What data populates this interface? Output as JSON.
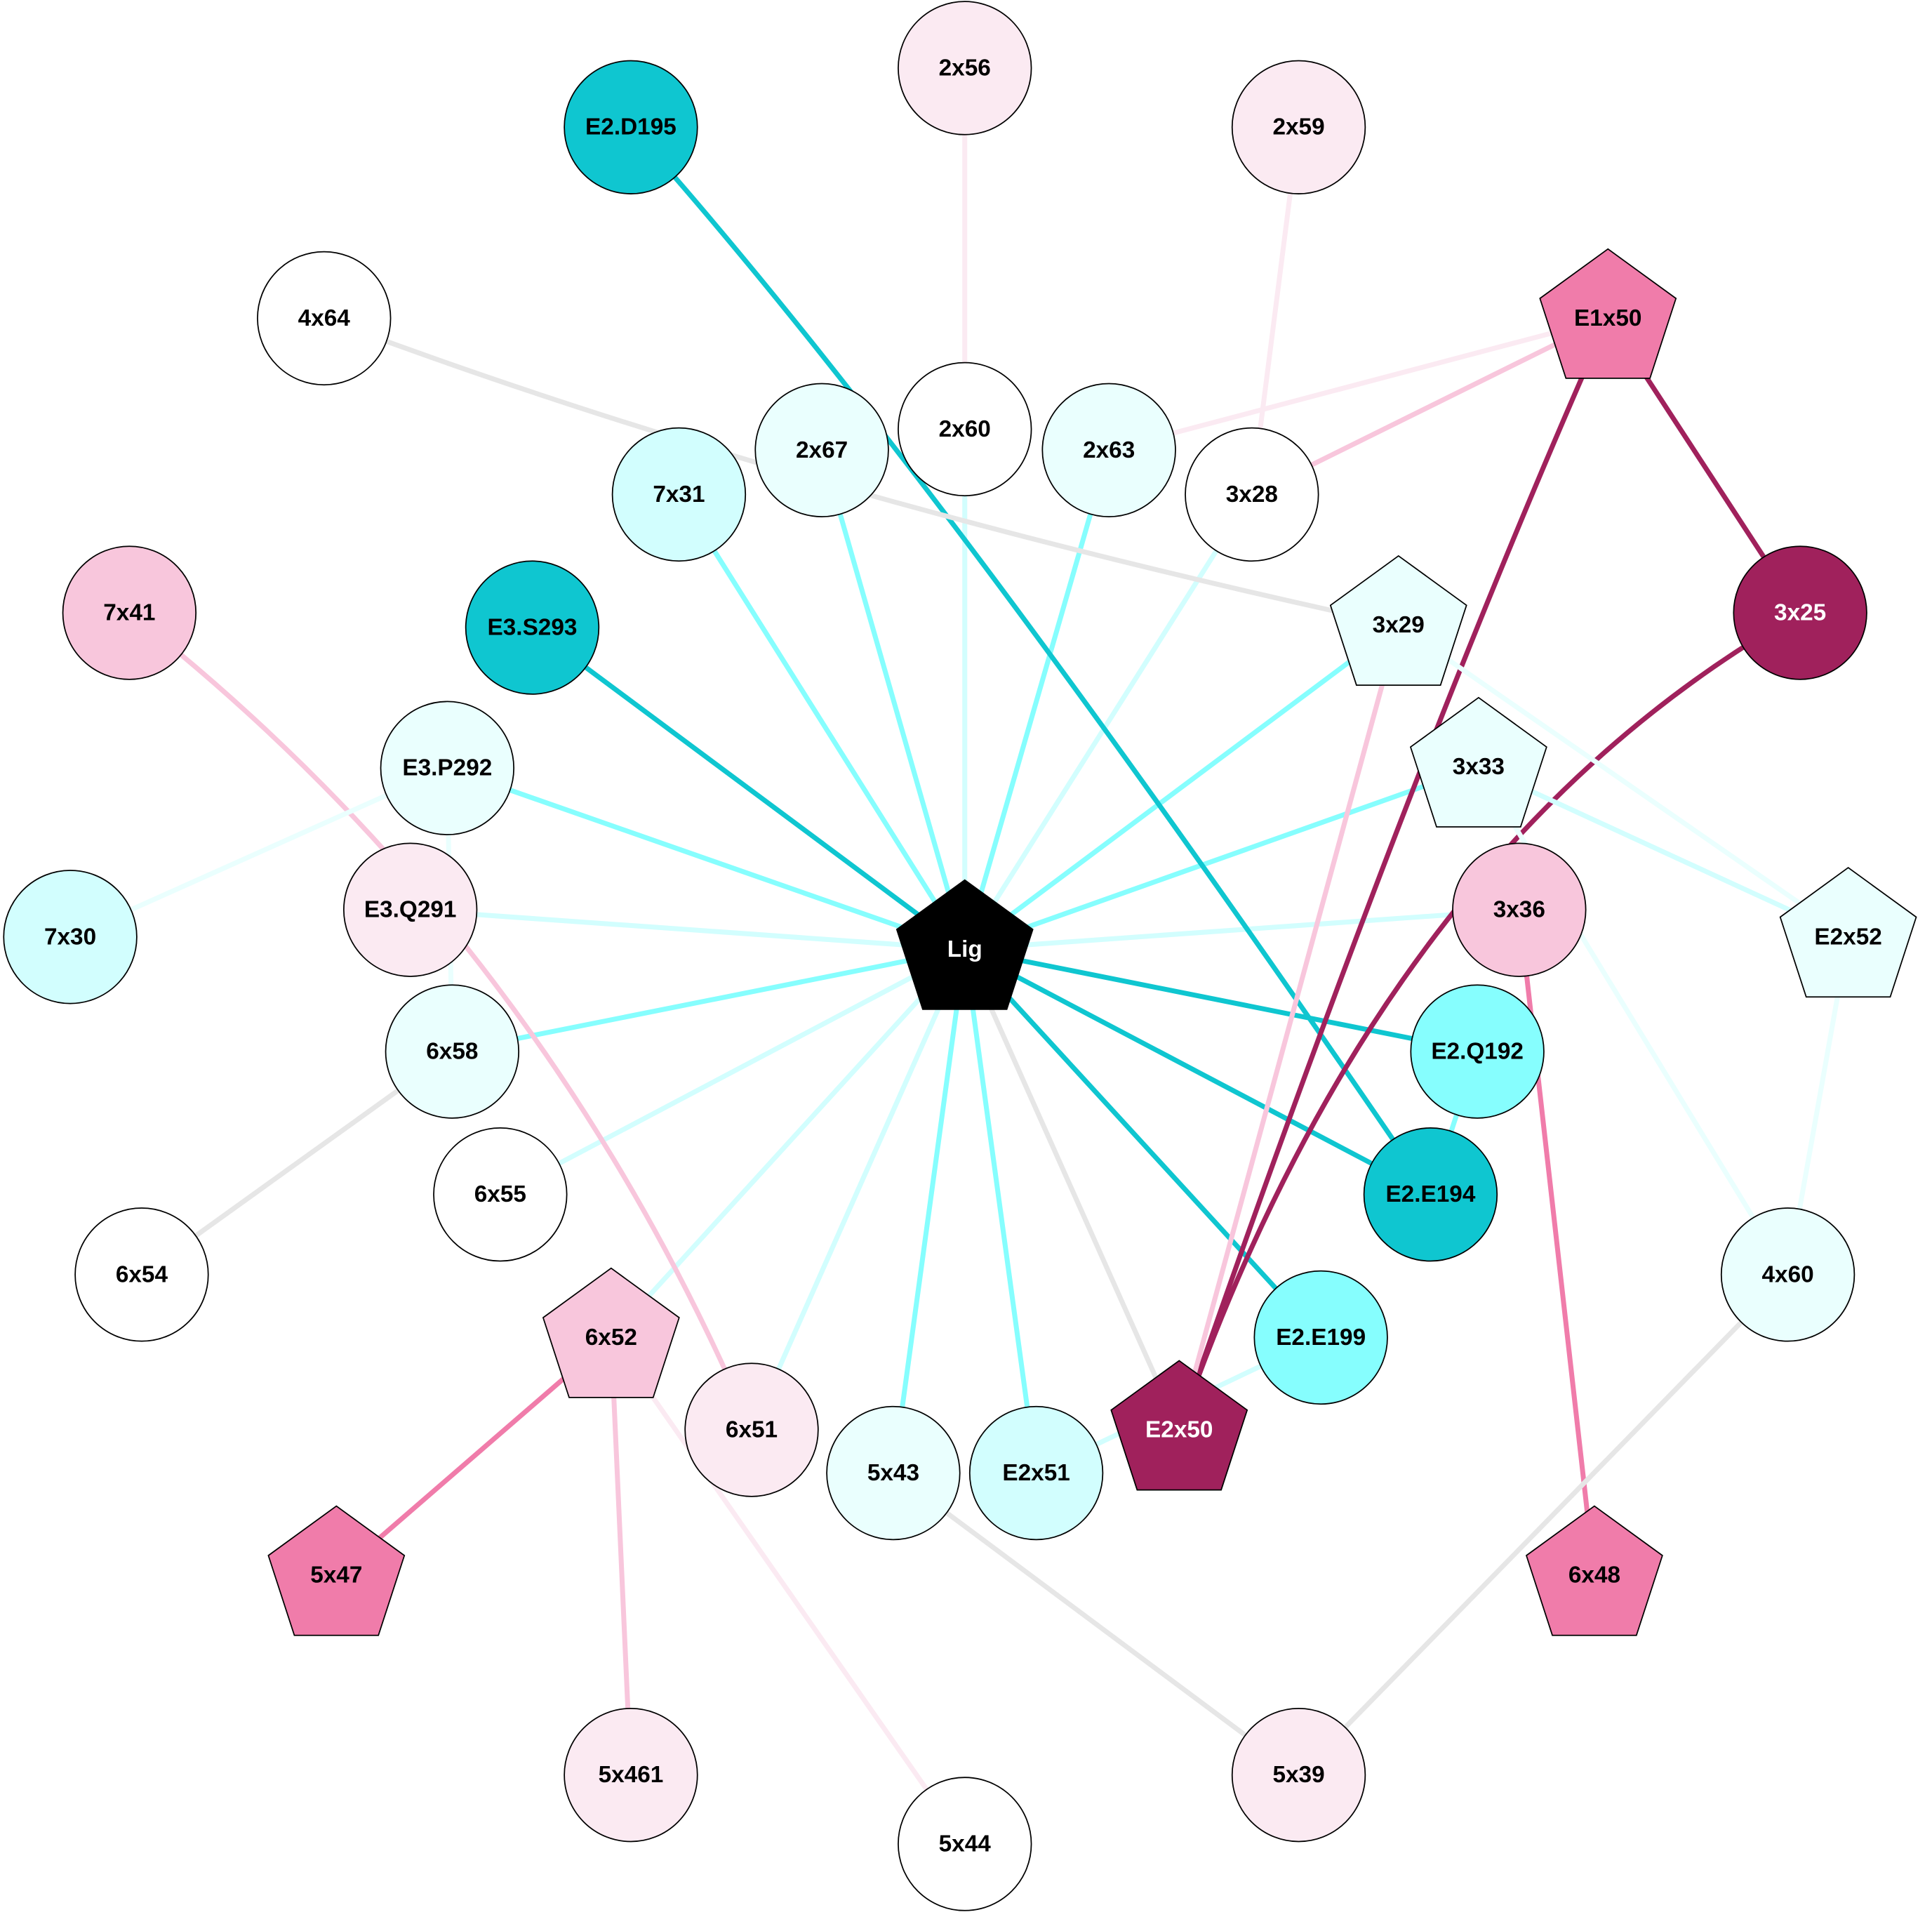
{
  "colors": {
    "dark_cyan": "#0fc6d0",
    "cyan": "#86fefe",
    "light_cyan": "#d2fefe",
    "pale_cyan": "#eafffe",
    "dark_magenta": "#a0215c",
    "pink": "#f07caa",
    "light_pink": "#f8c6dc",
    "pale_pink": "#fbeaf2",
    "grey": "#e6e6e6",
    "white": "#ffffff",
    "black": "#000000"
  },
  "nodes": [
    {
      "id": "Lig",
      "label": "Lig",
      "shape": "pentagon",
      "fill": "#000000",
      "text": "#ffffff"
    },
    {
      "id": "2x56",
      "label": "2x56",
      "shape": "circle",
      "fill": "#fbeaf2",
      "text": "#000000"
    },
    {
      "id": "E2.D195",
      "label": "E2.D195",
      "shape": "circle",
      "fill": "#0fc6d0",
      "text": "#000000"
    },
    {
      "id": "2x59",
      "label": "2x59",
      "shape": "circle",
      "fill": "#fbeaf2",
      "text": "#000000"
    },
    {
      "id": "4x64",
      "label": "4x64",
      "shape": "circle",
      "fill": "#ffffff",
      "text": "#000000"
    },
    {
      "id": "E1x50",
      "label": "E1x50",
      "shape": "pentagon",
      "fill": "#f07caa",
      "text": "#000000"
    },
    {
      "id": "2x60",
      "label": "2x60",
      "shape": "circle",
      "fill": "#ffffff",
      "text": "#000000"
    },
    {
      "id": "2x67",
      "label": "2x67",
      "shape": "circle",
      "fill": "#eafffe",
      "text": "#000000"
    },
    {
      "id": "2x63",
      "label": "2x63",
      "shape": "circle",
      "fill": "#eafffe",
      "text": "#000000"
    },
    {
      "id": "7x31",
      "label": "7x31",
      "shape": "circle",
      "fill": "#d2fefe",
      "text": "#000000"
    },
    {
      "id": "3x28",
      "label": "3x28",
      "shape": "circle",
      "fill": "#ffffff",
      "text": "#000000"
    },
    {
      "id": "7x41",
      "label": "7x41",
      "shape": "circle",
      "fill": "#f8c6dc",
      "text": "#000000"
    },
    {
      "id": "E3.S293",
      "label": "E3.S293",
      "shape": "circle",
      "fill": "#0fc6d0",
      "text": "#000000"
    },
    {
      "id": "3x29",
      "label": "3x29",
      "shape": "pentagon",
      "fill": "#eafffe",
      "text": "#000000"
    },
    {
      "id": "3x25",
      "label": "3x25",
      "shape": "circle",
      "fill": "#a0215c",
      "text": "#ffffff"
    },
    {
      "id": "E3.P292",
      "label": "E3.P292",
      "shape": "circle",
      "fill": "#eafffe",
      "text": "#000000"
    },
    {
      "id": "3x33",
      "label": "3x33",
      "shape": "pentagon",
      "fill": "#eafffe",
      "text": "#000000"
    },
    {
      "id": "7x30",
      "label": "7x30",
      "shape": "circle",
      "fill": "#d2fefe",
      "text": "#000000"
    },
    {
      "id": "E3.Q291",
      "label": "E3.Q291",
      "shape": "circle",
      "fill": "#fbeaf2",
      "text": "#000000"
    },
    {
      "id": "3x36",
      "label": "3x36",
      "shape": "circle",
      "fill": "#f8c6dc",
      "text": "#000000"
    },
    {
      "id": "E2x52",
      "label": "E2x52",
      "shape": "pentagon",
      "fill": "#eafffe",
      "text": "#000000"
    },
    {
      "id": "6x58",
      "label": "6x58",
      "shape": "circle",
      "fill": "#eafffe",
      "text": "#000000"
    },
    {
      "id": "E2.Q192",
      "label": "E2.Q192",
      "shape": "circle",
      "fill": "#86fefe",
      "text": "#000000"
    },
    {
      "id": "6x55",
      "label": "6x55",
      "shape": "circle",
      "fill": "#ffffff",
      "text": "#000000"
    },
    {
      "id": "E2.E194",
      "label": "E2.E194",
      "shape": "circle",
      "fill": "#0fc6d0",
      "text": "#000000"
    },
    {
      "id": "6x54",
      "label": "6x54",
      "shape": "circle",
      "fill": "#ffffff",
      "text": "#000000"
    },
    {
      "id": "4x60",
      "label": "4x60",
      "shape": "circle",
      "fill": "#eafffe",
      "text": "#000000"
    },
    {
      "id": "6x52",
      "label": "6x52",
      "shape": "pentagon",
      "fill": "#f8c6dc",
      "text": "#000000"
    },
    {
      "id": "E2.E199",
      "label": "E2.E199",
      "shape": "circle",
      "fill": "#86fefe",
      "text": "#000000"
    },
    {
      "id": "6x51",
      "label": "6x51",
      "shape": "circle",
      "fill": "#fbeaf2",
      "text": "#000000"
    },
    {
      "id": "5x43",
      "label": "5x43",
      "shape": "circle",
      "fill": "#eafffe",
      "text": "#000000"
    },
    {
      "id": "E2x51",
      "label": "E2x51",
      "shape": "circle",
      "fill": "#d2fefe",
      "text": "#000000"
    },
    {
      "id": "E2x50",
      "label": "E2x50",
      "shape": "pentagon",
      "fill": "#a0215c",
      "text": "#ffffff"
    },
    {
      "id": "5x47",
      "label": "5x47",
      "shape": "pentagon",
      "fill": "#f07caa",
      "text": "#000000"
    },
    {
      "id": "6x48",
      "label": "6x48",
      "shape": "pentagon",
      "fill": "#f07caa",
      "text": "#000000"
    },
    {
      "id": "5x461",
      "label": "5x461",
      "shape": "circle",
      "fill": "#fbeaf2",
      "text": "#000000"
    },
    {
      "id": "5x44",
      "label": "5x44",
      "shape": "circle",
      "fill": "#ffffff",
      "text": "#000000"
    },
    {
      "id": "5x39",
      "label": "5x39",
      "shape": "circle",
      "fill": "#fbeaf2",
      "text": "#000000"
    }
  ],
  "edges": [
    {
      "source": "Lig",
      "target": "7x31",
      "color": "#86fefe"
    },
    {
      "source": "Lig",
      "target": "2x67",
      "color": "#86fefe"
    },
    {
      "source": "Lig",
      "target": "2x60",
      "color": "#d2fefe"
    },
    {
      "source": "Lig",
      "target": "2x63",
      "color": "#86fefe"
    },
    {
      "source": "Lig",
      "target": "3x28",
      "color": "#d2fefe"
    },
    {
      "source": "Lig",
      "target": "3x29",
      "color": "#86fefe"
    },
    {
      "source": "Lig",
      "target": "3x33",
      "color": "#86fefe"
    },
    {
      "source": "Lig",
      "target": "3x36",
      "color": "#d2fefe"
    },
    {
      "source": "Lig",
      "target": "E2.Q192",
      "color": "#0fc6d0"
    },
    {
      "source": "Lig",
      "target": "E2.E194",
      "color": "#0fc6d0"
    },
    {
      "source": "Lig",
      "target": "E2.E199",
      "color": "#0fc6d0"
    },
    {
      "source": "Lig",
      "target": "E2x50",
      "color": "#e6e6e6"
    },
    {
      "source": "Lig",
      "target": "E2x51",
      "color": "#86fefe"
    },
    {
      "source": "Lig",
      "target": "5x43",
      "color": "#86fefe"
    },
    {
      "source": "Lig",
      "target": "6x51",
      "color": "#d2fefe"
    },
    {
      "source": "Lig",
      "target": "6x52",
      "color": "#d2fefe"
    },
    {
      "source": "Lig",
      "target": "6x55",
      "color": "#d2fefe"
    },
    {
      "source": "Lig",
      "target": "6x58",
      "color": "#86fefe"
    },
    {
      "source": "Lig",
      "target": "E3.Q291",
      "color": "#d2fefe"
    },
    {
      "source": "Lig",
      "target": "E3.P292",
      "color": "#86fefe"
    },
    {
      "source": "Lig",
      "target": "E3.S293",
      "color": "#0fc6d0"
    },
    {
      "source": "E2.D195",
      "target": "E2.E194",
      "color": "#0fc6d0"
    },
    {
      "source": "2x56",
      "target": "2x60",
      "color": "#fbeaf2"
    },
    {
      "source": "2x59",
      "target": "3x28",
      "color": "#fbeaf2"
    },
    {
      "source": "4x64",
      "target": "3x29",
      "color": "#e6e6e6"
    },
    {
      "source": "E1x50",
      "target": "2x63",
      "color": "#fbeaf2"
    },
    {
      "source": "E1x50",
      "target": "3x28",
      "color": "#f8c6dc"
    },
    {
      "source": "E1x50",
      "target": "3x25",
      "color": "#a0215c"
    },
    {
      "source": "E1x50",
      "target": "E2x50",
      "color": "#a0215c"
    },
    {
      "source": "3x25",
      "target": "E2x50",
      "color": "#a0215c"
    },
    {
      "source": "3x29",
      "target": "E2x50",
      "color": "#f8c6dc"
    },
    {
      "source": "3x29",
      "target": "E2x52",
      "color": "#eafffe"
    },
    {
      "source": "3x33",
      "target": "E2x52",
      "color": "#d2fefe"
    },
    {
      "source": "3x33",
      "target": "4x60",
      "color": "#eafffe"
    },
    {
      "source": "3x36",
      "target": "6x48",
      "color": "#f07caa"
    },
    {
      "source": "E2x52",
      "target": "4x60",
      "color": "#eafffe"
    },
    {
      "source": "7x41",
      "target": "6x51",
      "color": "#f8c6dc"
    },
    {
      "source": "E3.P292",
      "target": "7x30",
      "color": "#eafffe"
    },
    {
      "source": "E3.P292",
      "target": "6x58",
      "color": "#eafffe"
    },
    {
      "source": "6x58",
      "target": "6x54",
      "color": "#e6e6e6"
    },
    {
      "source": "6x52",
      "target": "5x47",
      "color": "#f07caa"
    },
    {
      "source": "6x52",
      "target": "5x461",
      "color": "#f8c6dc"
    },
    {
      "source": "6x52",
      "target": "5x44",
      "color": "#fbeaf2"
    },
    {
      "source": "5x43",
      "target": "5x39",
      "color": "#e6e6e6"
    },
    {
      "source": "4x60",
      "target": "5x39",
      "color": "#e6e6e6"
    },
    {
      "source": "E2.Q192",
      "target": "E2.E194",
      "color": "#86fefe"
    },
    {
      "source": "E2.E199",
      "target": "E2x51",
      "color": "#d2fefe"
    }
  ]
}
